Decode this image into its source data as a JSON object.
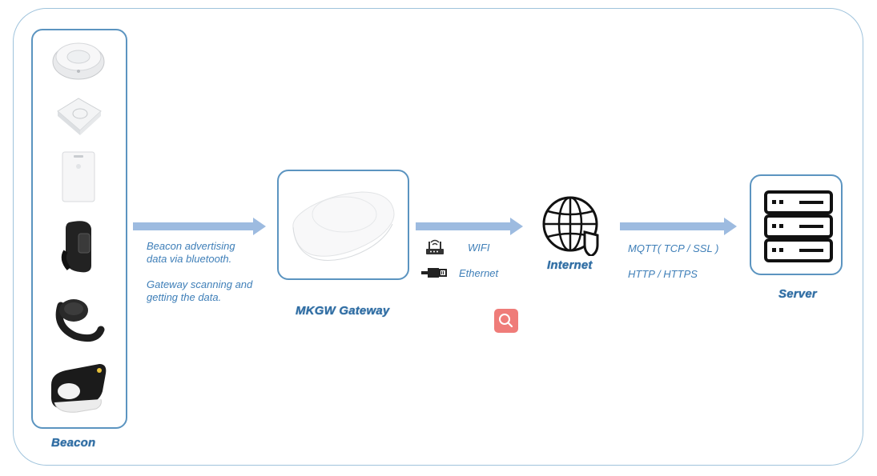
{
  "labels": {
    "beacon": "Beacon",
    "gateway": "MKGW Gateway",
    "internet": "Internet",
    "server": "Server"
  },
  "notes": {
    "advertising_line1": "Beacon advertising",
    "advertising_line2": "data via bluetooth.",
    "scanning_line1": "Gateway  scanning and",
    "scanning_line2": "getting the data.",
    "wifi": "WIFI",
    "ethernet": "Ethernet",
    "mqtt": "MQTT( TCP / SSL )",
    "http": "HTTP / HTTPS"
  },
  "icons": {
    "search": "search-icon",
    "router": "router-icon",
    "ethernet": "ethernet-plug-icon",
    "globe": "globe-shield-icon",
    "server": "server-rack-icon"
  },
  "colors": {
    "border": "#5b94c0",
    "arrow": "#9dbbe0",
    "label": "#2f6da3",
    "search_button": "#ef7c79"
  }
}
